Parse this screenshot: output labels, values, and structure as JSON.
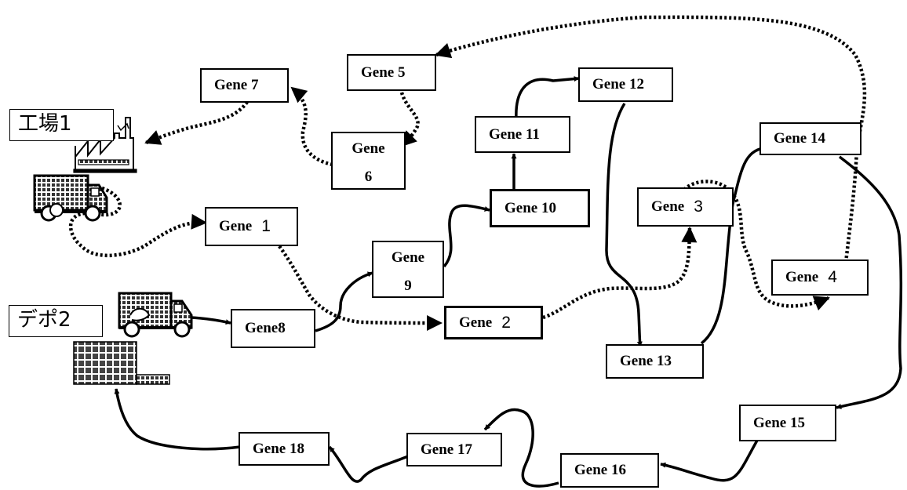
{
  "sites": {
    "factory": {
      "label": "工場1"
    },
    "depot": {
      "label": "デポ2"
    }
  },
  "genes": {
    "g1": {
      "word": "Gene",
      "num": "1"
    },
    "g2": {
      "word": "Gene",
      "num": "2"
    },
    "g3": {
      "word": "Gene",
      "num": "3"
    },
    "g4": {
      "word": "Gene",
      "num": "4"
    },
    "g5": {
      "label": "Gene 5"
    },
    "g6": {
      "word": "Gene",
      "num": "6"
    },
    "g7": {
      "label": "Gene 7"
    },
    "g8": {
      "label": "Gene8"
    },
    "g9": {
      "word": "Gene",
      "num": "9"
    },
    "g10": {
      "label": "Gene 10"
    },
    "g11": {
      "label": "Gene 11"
    },
    "g12": {
      "label": "Gene 12"
    },
    "g13": {
      "label": "Gene 13"
    },
    "g14": {
      "label": "Gene 14"
    },
    "g15": {
      "label": "Gene 15"
    },
    "g16": {
      "label": "Gene 16"
    },
    "g17": {
      "label": "Gene 17"
    },
    "g18": {
      "label": "Gene 18"
    }
  },
  "routes": [
    {
      "style": "dotted",
      "order": [
        "truck-1",
        "g1",
        "g2",
        "g3",
        "g4",
        "g5",
        "g6",
        "g7",
        "factory"
      ]
    },
    {
      "style": "solid",
      "order": [
        "truck-2",
        "g8",
        "g9",
        "g10",
        "g11",
        "g12",
        "g13",
        "g14",
        "g15",
        "g16",
        "g17",
        "g18",
        "depot"
      ]
    }
  ]
}
